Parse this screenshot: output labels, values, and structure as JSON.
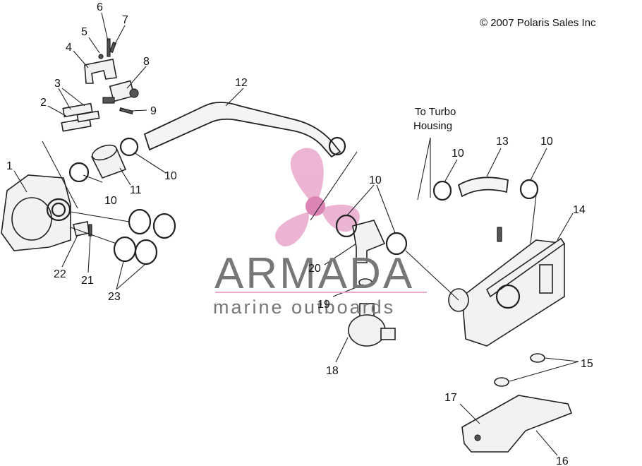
{
  "copyright": "© 2007 Polaris Sales Inc",
  "annotation": {
    "line1": "To Turbo",
    "line2": "Housing"
  },
  "watermark": {
    "brand": "ARMADA",
    "tagline": "marine outboards",
    "logo_color": "#e9a8cc",
    "text_color": "#777777"
  },
  "callouts": {
    "c1": "1",
    "c2": "2",
    "c3": "3",
    "c4": "4",
    "c5": "5",
    "c6": "6",
    "c7": "7",
    "c8": "8",
    "c9": "9",
    "c10a": "10",
    "c10b": "10",
    "c10c": "10",
    "c10d": "10",
    "c10e": "10",
    "c11": "11",
    "c12": "12",
    "c13": "13",
    "c14": "14",
    "c15": "15",
    "c16": "16",
    "c17": "17",
    "c18": "18",
    "c19": "19",
    "c20": "20",
    "c21": "21",
    "c22": "22",
    "c23": "23"
  }
}
